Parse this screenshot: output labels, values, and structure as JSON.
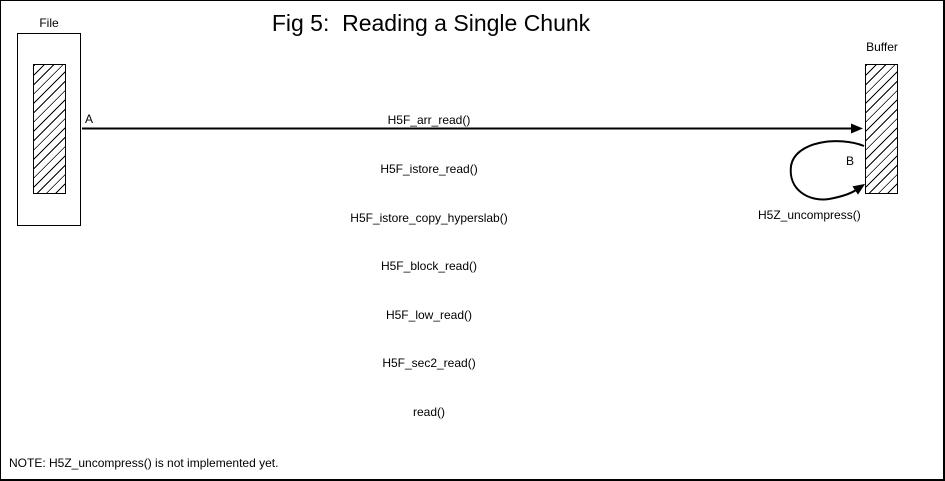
{
  "title": "Fig 5:  Reading a Single Chunk",
  "file": {
    "label": "File"
  },
  "buffer": {
    "label": "Buffer"
  },
  "arrow_a": {
    "label": "A",
    "call_stack": [
      "H5F_arr_read()",
      "H5F_istore_read()",
      "H5F_istore_copy_hyperslab()",
      "H5F_block_read()",
      "H5F_low_read()",
      "H5F_sec2_read()",
      "read()"
    ]
  },
  "arrow_b": {
    "label": "B",
    "function": "H5Z_uncompress()"
  },
  "note": "NOTE: H5Z_uncompress() is not implemented yet.",
  "colors": {
    "ink": "#000000",
    "background": "#ffffff"
  }
}
